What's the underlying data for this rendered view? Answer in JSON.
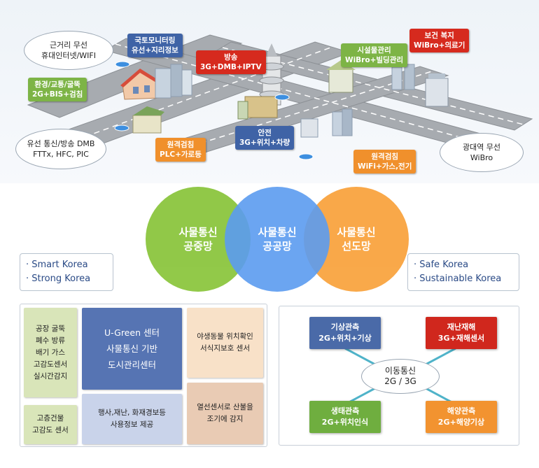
{
  "top": {
    "bubble_left1": [
      "근거리 무선",
      "휴대인터넷/WIFI"
    ],
    "bubble_left2": [
      "유선 통신/방송 DMB",
      "FTTx, HFC, PIC"
    ],
    "bubble_right": [
      "광대역 무선",
      "WiBro"
    ],
    "tags": [
      {
        "lines": [
          "국토모니터링",
          "유선+지리정보"
        ],
        "color": "blue"
      },
      {
        "lines": [
          "방송",
          "3G+DMB+IPTV"
        ],
        "color": "red"
      },
      {
        "lines": [
          "시설물관리",
          "WiBro+빌딩관리"
        ],
        "color": "green"
      },
      {
        "lines": [
          "보건 복지",
          "WiBro+의료기"
        ],
        "color": "red"
      },
      {
        "lines": [
          "환경/교통/굴뚝",
          "2G+BIS+검침"
        ],
        "color": "green"
      },
      {
        "lines": [
          "원격검침",
          "PLC+가로등"
        ],
        "color": "orange"
      },
      {
        "lines": [
          "안전",
          "3G+위치+차량"
        ],
        "color": "blue"
      },
      {
        "lines": [
          "원격검침",
          "WiFi+가스,전기"
        ],
        "color": "orange"
      }
    ]
  },
  "venn": {
    "left": [
      "사물통신",
      "공중망"
    ],
    "center": [
      "사물통신",
      "공공망"
    ],
    "right": [
      "사물통신",
      "선도망"
    ],
    "colors": {
      "left": "#8cc63f",
      "center": "#5b9bef",
      "right": "#f9a440"
    }
  },
  "slogans": {
    "left": [
      "· Smart Korea",
      "· Strong Korea"
    ],
    "right": [
      "· Safe Korea",
      "· Sustainable Korea"
    ]
  },
  "left_panel": {
    "factory": [
      "공장 굴뚝",
      "폐수 방류",
      "배기 가스",
      "고감도센서",
      "실시간감지"
    ],
    "building": [
      "고층건물",
      "고감도 센서"
    ],
    "center": [
      "U-Green 센터",
      "사물통신 기반",
      "도시관리센터"
    ],
    "disaster": [
      "행사,재난, 화재경보등",
      "사용정보 제공"
    ],
    "wildlife": [
      "야생동물 위치확인",
      "서식지보호 센서"
    ],
    "heat": [
      "열선센서로 산불을",
      "조기에 감지"
    ]
  },
  "right_panel": {
    "center": [
      "이동통신",
      "2G / 3G"
    ],
    "weather": [
      "기상관측",
      "2G+위치+기상"
    ],
    "disaster": [
      "재난재해",
      "3G+재해센서"
    ],
    "eco": [
      "생태관측",
      "2G+위치인식"
    ],
    "ocean": [
      "해양관측",
      "2G+해양기상"
    ],
    "colors": {
      "weather": "#4a6aa8",
      "disaster": "#d0271d",
      "eco": "#6fae3f",
      "ocean": "#f29330"
    }
  }
}
